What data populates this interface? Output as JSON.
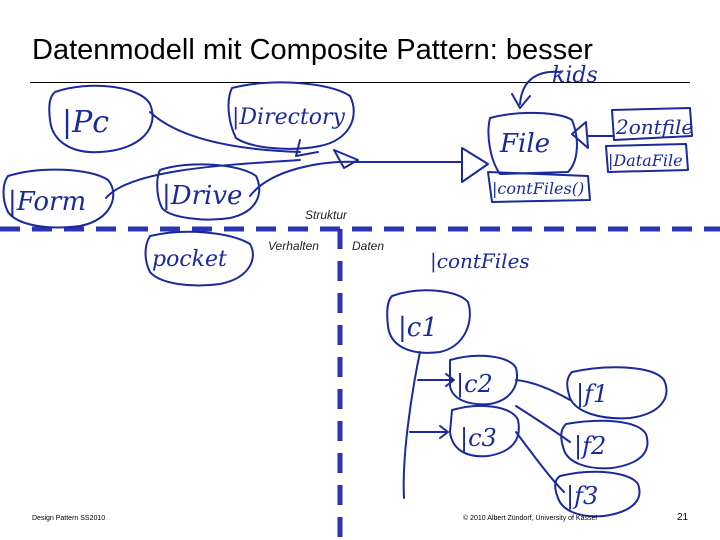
{
  "slide": {
    "title": "Datenmodell mit Composite Pattern: besser",
    "labels": {
      "struktur": "Struktur",
      "verhalten": "Verhalten",
      "daten": "Daten"
    },
    "footer_left": "Design Pattern SS2010",
    "footer_center": "© 2010 Albert Zündorf, University of Kassel",
    "page_number": "21"
  },
  "handwriting": {
    "pc": "|Pc",
    "form": "|Form",
    "directory": "|Directory",
    "drive": "|Drive",
    "pocket": "pocket",
    "kids": "kids",
    "file": "File",
    "container": "|contFiles()",
    "contentfile": "2ontfile",
    "dataext": "|DataFile",
    "contfiles2": "|contFiles",
    "c1": "|c1",
    "c2": "|c2",
    "c3": "|c3",
    "f1": "|f1",
    "f2": "|f2",
    "f3": "|f3"
  },
  "colors": {
    "ink": "#1a2a9c",
    "dashed_divider": "#2c34b4",
    "text": "#000000"
  }
}
